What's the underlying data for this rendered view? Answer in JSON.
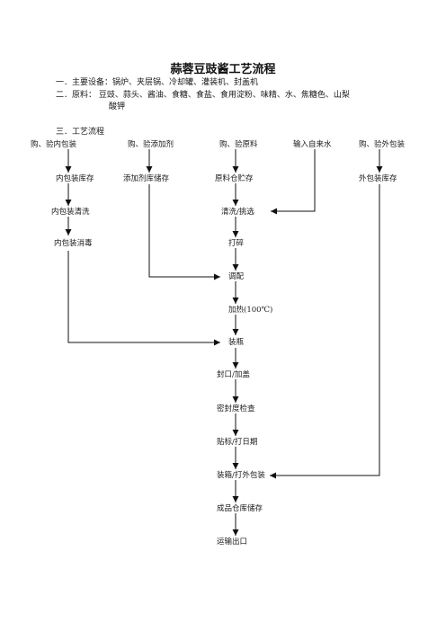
{
  "title": "蒜蓉豆豉酱工艺流程",
  "sections": {
    "equipment": {
      "num": "一．",
      "label": "主要设备：",
      "text": "锅炉、夹层锅、冷却罐、灌装机、封盖机"
    },
    "materials": {
      "num": "二．",
      "label": "原料：",
      "text": "豆豉、蒜头、酱油、食糖、食盐、食用淀粉、味精、水、焦糖色、山梨",
      "text2": "酸钾"
    },
    "process": {
      "num": "三．",
      "label": "工艺流程"
    }
  },
  "flow": {
    "col1": [
      "购、验内包装",
      "内包装库存",
      "内包装清洗",
      "内包装消毒"
    ],
    "col2": [
      "购、验添加剂",
      "添加剂库储存"
    ],
    "col3": [
      "购、验原料",
      "原料仓贮存",
      "清洗/挑选",
      "打碎",
      "调配",
      "加热(100℃)",
      "装瓶",
      "封口/加盖",
      "密封度检查",
      "贴标/打日期",
      "装箱/打外包装",
      "成品仓库储存",
      "运输出口"
    ],
    "col4": [
      "输入自来水"
    ],
    "col5": [
      "购、验外包装",
      "外包装库存"
    ]
  }
}
